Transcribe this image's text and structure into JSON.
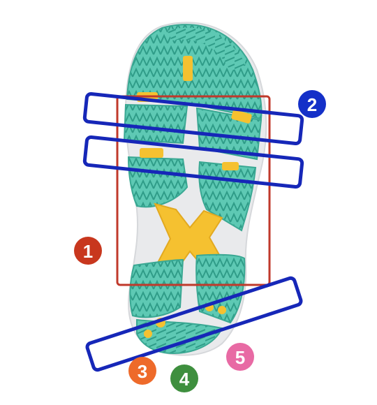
{
  "colors": {
    "sole_teal": "#5ec9b4",
    "sole_teal_dark": "#3aa893",
    "midsole_gray": "#e9eaec",
    "accent_yellow": "#f5c130",
    "box_red": "#c0392b",
    "box_navy": "#1627b8"
  },
  "badges": [
    {
      "number": "1",
      "color": "#c8371e"
    },
    {
      "number": "2",
      "color": "#1430c8"
    },
    {
      "number": "3",
      "color": "#ee6a2a"
    },
    {
      "number": "4",
      "color": "#3e8f3e"
    },
    {
      "number": "5",
      "color": "#e86aa4"
    }
  ]
}
